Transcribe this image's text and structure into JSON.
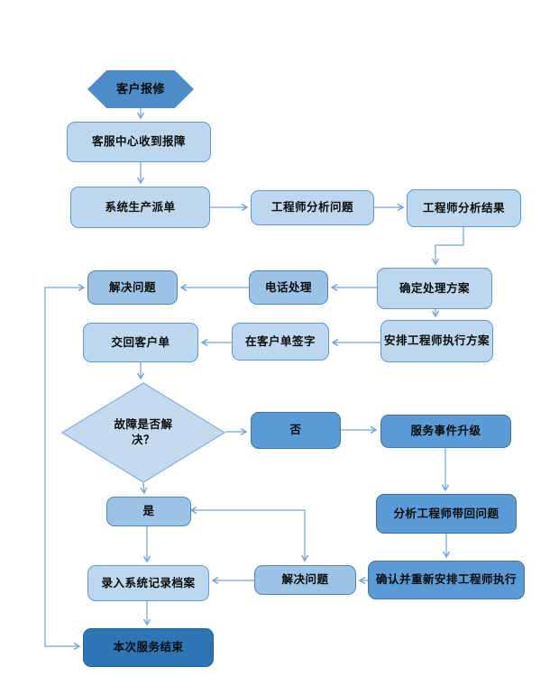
{
  "diagram": {
    "colors": {
      "node_light": "#BDD7EE",
      "node_midlight": "#9DC3E6",
      "node_medium": "#5B9BD5",
      "node_dark": "#2E75B6",
      "hexagon_fill": "#4C8CC9",
      "diamond_fill": "#C5DAEF",
      "diamond_border": "#8FB6DE",
      "border_light": "#5B9BD5",
      "border_medium": "#41719C",
      "connector": "#6FA4D8",
      "text": "#0b0b0b"
    },
    "nodes": [
      {
        "id": "customer-report",
        "label": "客户报修",
        "shape": "hexagon",
        "fill": "#4C8CC9"
      },
      {
        "id": "service-center-receive",
        "label": "客服中心收到报障",
        "shape": "rounded",
        "fill": "#BDD7EE"
      },
      {
        "id": "system-dispatch",
        "label": "系统生产派单",
        "shape": "rounded",
        "fill": "#BDD7EE"
      },
      {
        "id": "engineer-analyze-problem",
        "label": "工程师分析问题",
        "shape": "rounded",
        "fill": "#BDD7EE"
      },
      {
        "id": "engineer-analyze-result",
        "label": "工程师分析结果",
        "shape": "rounded",
        "fill": "#BDD7EE"
      },
      {
        "id": "solve-problem",
        "label": "解决问题",
        "shape": "rounded",
        "fill": "#9DC3E6"
      },
      {
        "id": "phone-handle",
        "label": "电话处理",
        "shape": "rounded",
        "fill": "#9DC3E6"
      },
      {
        "id": "confirm-solution",
        "label": "确定处理方案",
        "shape": "rounded",
        "fill": "#BDD7EE"
      },
      {
        "id": "return-customer-order",
        "label": "交回客户单",
        "shape": "rounded",
        "fill": "#BDD7EE"
      },
      {
        "id": "sign-customer-order",
        "label": "在客户单签字",
        "shape": "rounded",
        "fill": "#BDD7EE"
      },
      {
        "id": "arrange-engineer",
        "label": "安排工程师执行方案",
        "shape": "rounded",
        "fill": "#BDD7EE"
      },
      {
        "id": "fault-resolved-decision",
        "label": "故障是否解决？",
        "label_line1": "故障是否解",
        "label_line2": "决？",
        "shape": "diamond",
        "fill": "#C5DAEF"
      },
      {
        "id": "no",
        "label": "否",
        "shape": "rounded",
        "fill": "#5B9BD5"
      },
      {
        "id": "service-escalation",
        "label": "服务事件升级",
        "shape": "rounded",
        "fill": "#5B9BD5"
      },
      {
        "id": "yes",
        "label": "是",
        "shape": "rounded",
        "fill": "#9DC3E6"
      },
      {
        "id": "analyze-returned-problem",
        "label": "分析工程师带回问题",
        "shape": "rounded",
        "fill": "#5B9BD5"
      },
      {
        "id": "rearrange-engineer",
        "label": "确认并重新安排工程师执行",
        "shape": "rounded",
        "fill": "#5B9BD5"
      },
      {
        "id": "solve-problem-2",
        "label": "解决问题",
        "shape": "rounded",
        "fill": "#9DC3E6"
      },
      {
        "id": "record-in-system",
        "label": "录入系统记录档案",
        "shape": "rounded",
        "fill": "#BDD7EE"
      },
      {
        "id": "service-end",
        "label": "本次服务结束",
        "shape": "rounded",
        "fill": "#2E75B6"
      }
    ],
    "edges": [
      {
        "from": "customer-report",
        "to": "service-center-receive"
      },
      {
        "from": "service-center-receive",
        "to": "system-dispatch"
      },
      {
        "from": "system-dispatch",
        "to": "engineer-analyze-problem"
      },
      {
        "from": "engineer-analyze-problem",
        "to": "engineer-analyze-result"
      },
      {
        "from": "engineer-analyze-result",
        "to": "confirm-solution"
      },
      {
        "from": "confirm-solution",
        "to": "phone-handle"
      },
      {
        "from": "phone-handle",
        "to": "solve-problem"
      },
      {
        "from": "confirm-solution",
        "to": "arrange-engineer"
      },
      {
        "from": "arrange-engineer",
        "to": "sign-customer-order"
      },
      {
        "from": "sign-customer-order",
        "to": "return-customer-order"
      },
      {
        "from": "return-customer-order",
        "to": "fault-resolved-decision"
      },
      {
        "from": "fault-resolved-decision",
        "to": "no"
      },
      {
        "from": "no",
        "to": "service-escalation"
      },
      {
        "from": "service-escalation",
        "to": "analyze-returned-problem"
      },
      {
        "from": "analyze-returned-problem",
        "to": "rearrange-engineer"
      },
      {
        "from": "rearrange-engineer",
        "to": "solve-problem-2"
      },
      {
        "from": "solve-problem-2",
        "to": "record-in-system"
      },
      {
        "from": "fault-resolved-decision",
        "to": "yes"
      },
      {
        "from": "yes",
        "to": "record-in-system"
      },
      {
        "from": "record-in-system",
        "to": "service-end"
      },
      {
        "from": "yes",
        "to": "solve-problem-2",
        "bidirectional": true
      },
      {
        "from": "solve-problem",
        "to": "service-end",
        "bidirectional": true
      }
    ]
  }
}
